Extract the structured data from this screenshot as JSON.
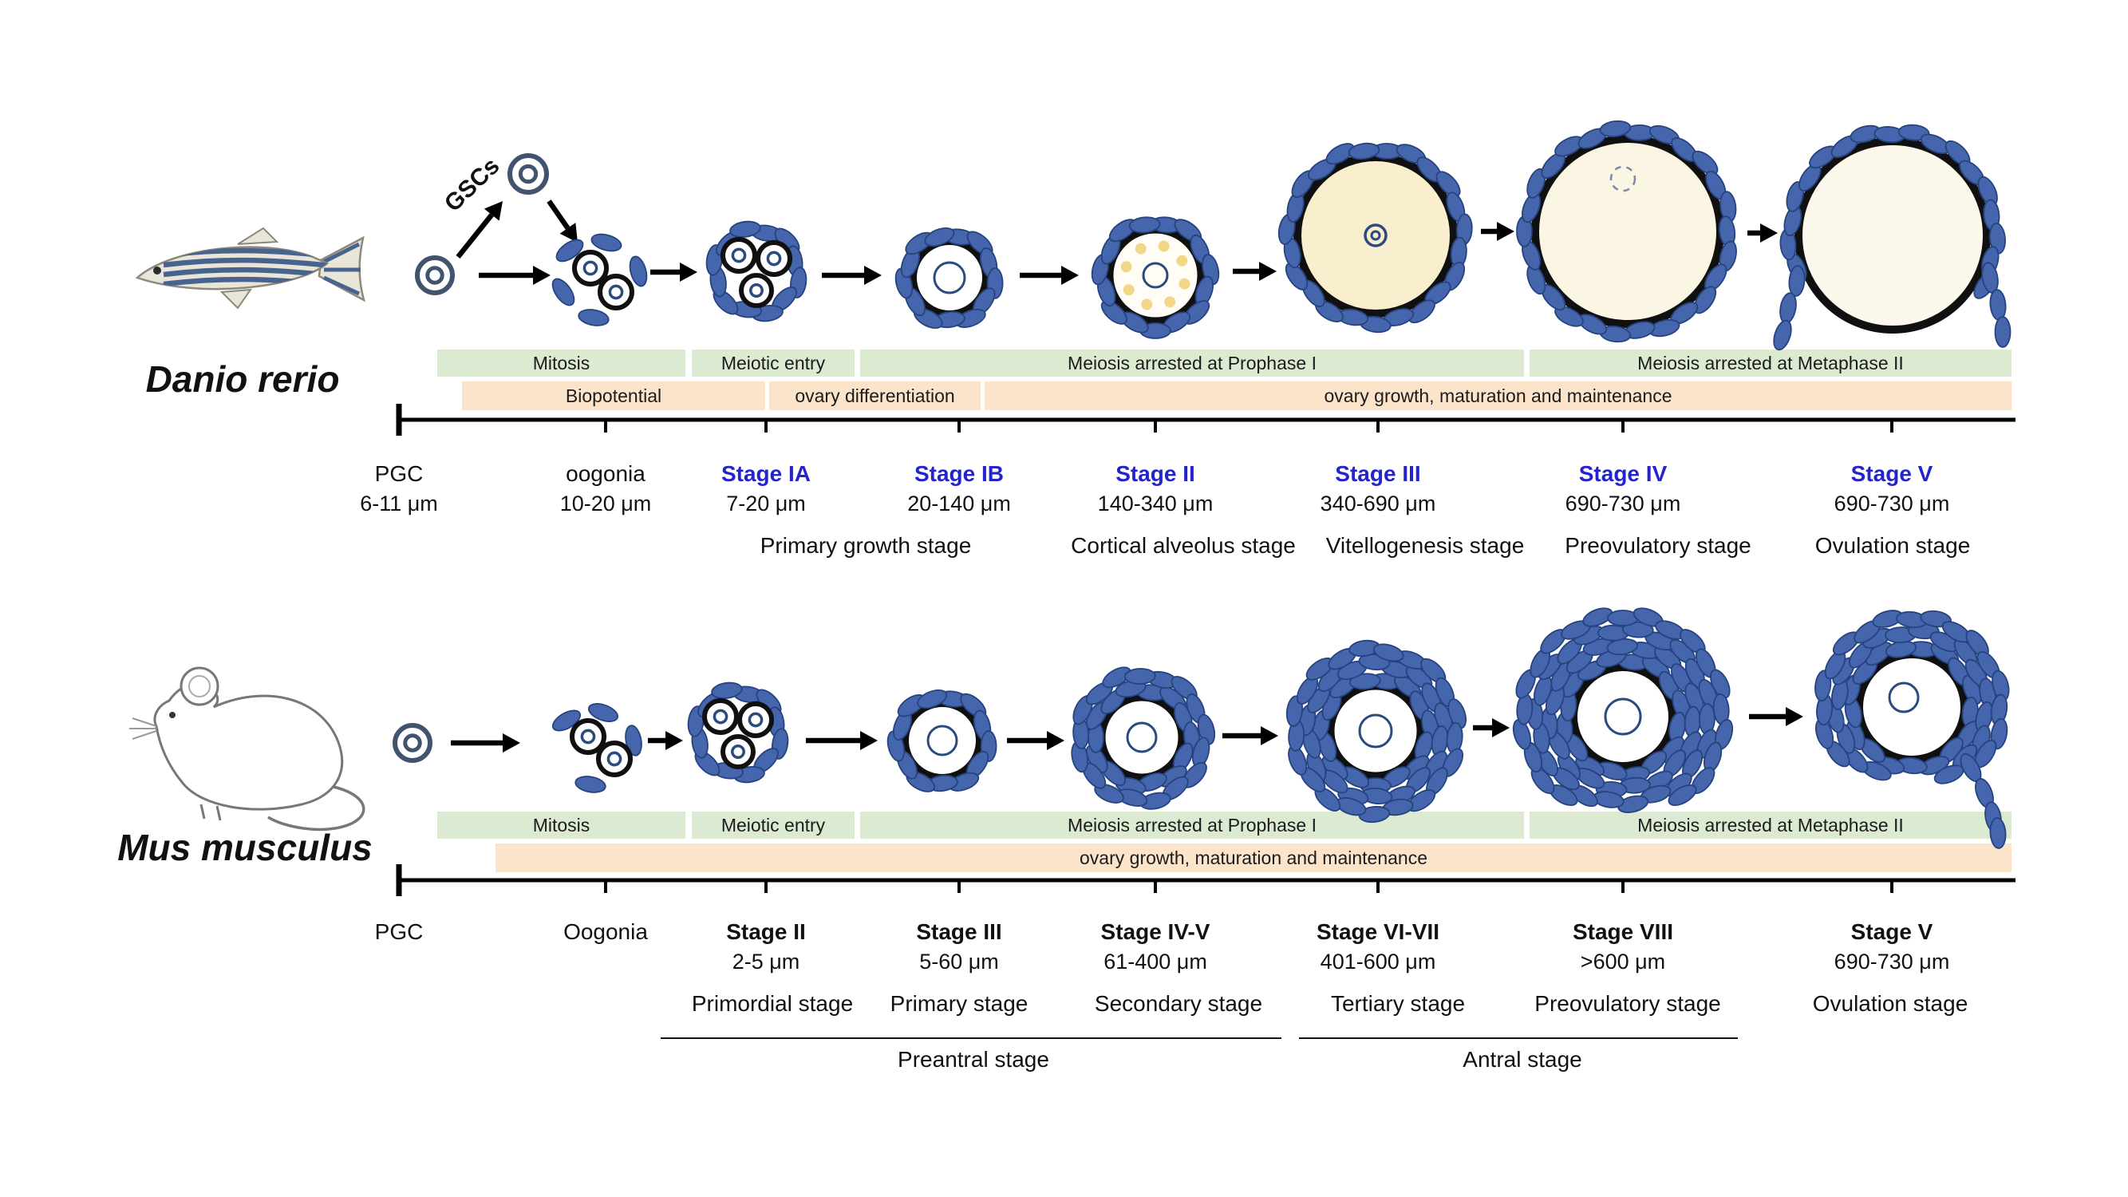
{
  "zebrafish": {
    "species_label": "Danio rerio",
    "gsc_label": "GSCs",
    "green_bars": [
      "Mitosis",
      "Meiotic entry",
      "Meiosis arrested at Prophase I",
      "Meiosis arrested at Metaphase II"
    ],
    "orange_bars": [
      "Biopotential",
      "ovary differentiation",
      "ovary growth, maturation and maintenance"
    ],
    "stages": [
      {
        "name": "PGC",
        "size": "6-11 μm"
      },
      {
        "name": "oogonia",
        "size": "10-20 μm"
      },
      {
        "name": "Stage IA",
        "size": "7-20 μm"
      },
      {
        "name": "Stage IB",
        "size": "20-140 μm"
      },
      {
        "name": "Stage II",
        "size": "140-340 μm"
      },
      {
        "name": "Stage III",
        "size": "340-690 μm"
      },
      {
        "name": "Stage IV",
        "size": "690-730 μm"
      },
      {
        "name": "Stage V",
        "size": "690-730 μm"
      }
    ],
    "phase_labels": [
      "Primary growth stage",
      "Cortical alveolus stage",
      "Vitellogenesis stage",
      "Preovulatory stage",
      "Ovulation stage"
    ]
  },
  "mouse": {
    "species_label": "Mus musculus",
    "green_bars": [
      "Mitosis",
      "Meiotic entry",
      "Meiosis arrested at Prophase I",
      "Meiosis arrested at Metaphase II"
    ],
    "orange_bars": [
      "ovary growth, maturation and maintenance"
    ],
    "stages": [
      {
        "name": "PGC",
        "size": ""
      },
      {
        "name": "Oogonia",
        "size": ""
      },
      {
        "name": "Stage II",
        "size": "2-5 μm"
      },
      {
        "name": "Stage III",
        "size": "5-60 μm"
      },
      {
        "name": "Stage IV-V",
        "size": "61-400 μm"
      },
      {
        "name": "Stage VI-VII",
        "size": "401-600 μm"
      },
      {
        "name": "Stage VIII",
        "size": ">600 μm"
      },
      {
        "name": "Stage V",
        "size": "690-730 μm"
      }
    ],
    "phase_labels": [
      "Primordial stage",
      "Primary stage",
      "Secondary stage",
      "Tertiary stage",
      "Preovulatory stage",
      "Ovulation stage"
    ],
    "group_labels": [
      "Preantral stage",
      "Antral stage"
    ]
  },
  "colors": {
    "granulosa_blue": "#4566ac",
    "stage_label_blue": "#2424cc",
    "green_bar": "#dcead2",
    "orange_bar": "#fce4cb",
    "yolk_cream": "#f9efcf"
  }
}
